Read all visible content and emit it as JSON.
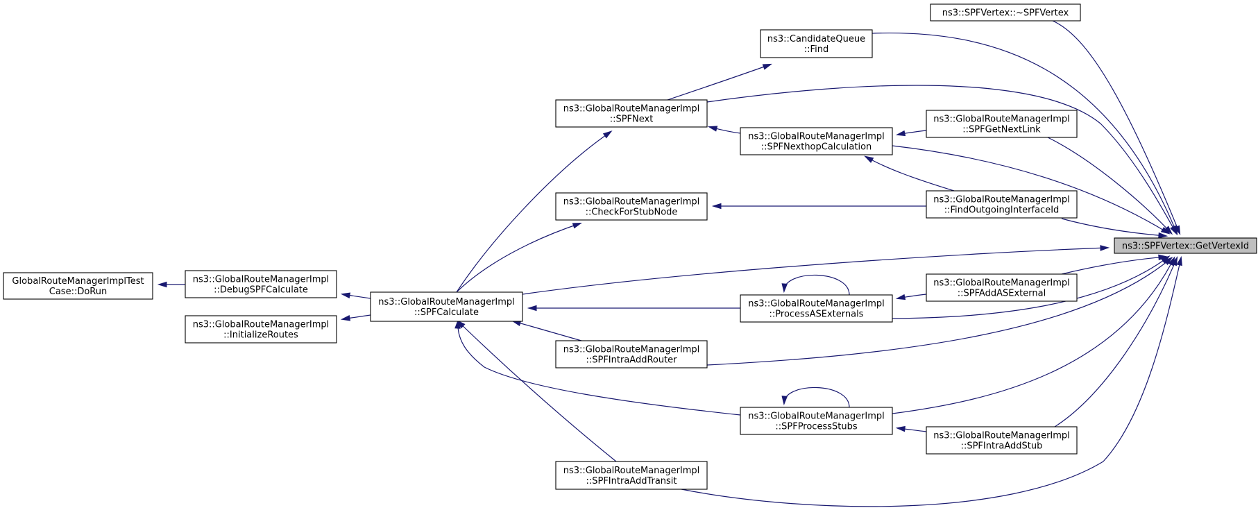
{
  "diagram": {
    "root_id": "getvertexid",
    "nodes": [
      {
        "id": "getvertexid",
        "name": "node-spfvertex-getvertexid",
        "lines": [
          "ns3::SPFVertex::GetVertexId"
        ],
        "root": true
      },
      {
        "id": "dtor",
        "name": "node-spfvertex-destructor",
        "lines": [
          "ns3::SPFVertex::~SPFVertex"
        ]
      },
      {
        "id": "cqfind",
        "name": "node-candidatequeue-find",
        "lines": [
          "ns3::CandidateQueue",
          "::Find"
        ]
      },
      {
        "id": "spfnext",
        "name": "node-spfnext",
        "lines": [
          "ns3::GlobalRouteManagerImpl",
          "::SPFNext"
        ]
      },
      {
        "id": "getnextlink",
        "name": "node-spfgetnextlink",
        "lines": [
          "ns3::GlobalRouteManagerImpl",
          "::SPFGetNextLink"
        ]
      },
      {
        "id": "nexthop",
        "name": "node-spfnexthopcalculation",
        "lines": [
          "ns3::GlobalRouteManagerImpl",
          "::SPFNexthopCalculation"
        ]
      },
      {
        "id": "stubnode",
        "name": "node-checkforstubnode",
        "lines": [
          "ns3::GlobalRouteManagerImpl",
          "::CheckForStubNode"
        ]
      },
      {
        "id": "outiface",
        "name": "node-findoutgoinginterfaceid",
        "lines": [
          "ns3::GlobalRouteManagerImpl",
          "::FindOutgoingInterfaceId"
        ]
      },
      {
        "id": "testrun",
        "name": "node-testcase-dorun",
        "lines": [
          "GlobalRouteManagerImplTest",
          "Case::DoRun"
        ]
      },
      {
        "id": "debugspf",
        "name": "node-debugspfcalculate",
        "lines": [
          "ns3::GlobalRouteManagerImpl",
          "::DebugSPFCalculate"
        ]
      },
      {
        "id": "spfcalc",
        "name": "node-spfcalculate",
        "lines": [
          "ns3::GlobalRouteManagerImpl",
          "::SPFCalculate"
        ]
      },
      {
        "id": "initroutes",
        "name": "node-initializeroutes",
        "lines": [
          "ns3::GlobalRouteManagerImpl",
          "::InitializeRoutes"
        ]
      },
      {
        "id": "asext",
        "name": "node-processasexternals",
        "lines": [
          "ns3::GlobalRouteManagerImpl",
          "::ProcessASExternals"
        ]
      },
      {
        "id": "addasext",
        "name": "node-spfaddasexternal",
        "lines": [
          "ns3::GlobalRouteManagerImpl",
          "::SPFAddASExternal"
        ]
      },
      {
        "id": "introuter",
        "name": "node-spfintraaddrouter",
        "lines": [
          "ns3::GlobalRouteManagerImpl",
          "::SPFIntraAddRouter"
        ]
      },
      {
        "id": "stubs",
        "name": "node-spfprocessstubs",
        "lines": [
          "ns3::GlobalRouteManagerImpl",
          "::SPFProcessStubs"
        ]
      },
      {
        "id": "intstub",
        "name": "node-spfintraaddstub",
        "lines": [
          "ns3::GlobalRouteManagerImpl",
          "::SPFIntraAddStub"
        ]
      },
      {
        "id": "inttransit",
        "name": "node-spfintraaddtransit",
        "lines": [
          "ns3::GlobalRouteManagerImpl",
          "::SPFIntraAddTransit"
        ]
      }
    ],
    "edges": [
      {
        "from": "dtor",
        "to": "getvertexid"
      },
      {
        "from": "cqfind",
        "to": "getvertexid"
      },
      {
        "from": "spfnext",
        "to": "getvertexid"
      },
      {
        "from": "getnextlink",
        "to": "getvertexid"
      },
      {
        "from": "nexthop",
        "to": "getvertexid"
      },
      {
        "from": "outiface",
        "to": "getvertexid"
      },
      {
        "from": "spfcalc",
        "to": "getvertexid"
      },
      {
        "from": "addasext",
        "to": "getvertexid"
      },
      {
        "from": "asext",
        "to": "getvertexid"
      },
      {
        "from": "introuter",
        "to": "getvertexid"
      },
      {
        "from": "stubs",
        "to": "getvertexid"
      },
      {
        "from": "intstub",
        "to": "getvertexid"
      },
      {
        "from": "inttransit",
        "to": "getvertexid"
      },
      {
        "from": "spfnext",
        "to": "cqfind"
      },
      {
        "from": "nexthop",
        "to": "spfnext"
      },
      {
        "from": "getnextlink",
        "to": "nexthop"
      },
      {
        "from": "outiface",
        "to": "nexthop"
      },
      {
        "from": "outiface",
        "to": "stubnode"
      },
      {
        "from": "spfcalc",
        "to": "spfnext"
      },
      {
        "from": "spfcalc",
        "to": "stubnode"
      },
      {
        "from": "spfcalc",
        "to": "debugspf"
      },
      {
        "from": "spfcalc",
        "to": "initroutes"
      },
      {
        "from": "debugspf",
        "to": "testrun"
      },
      {
        "from": "asext",
        "to": "spfcalc"
      },
      {
        "from": "asext",
        "to": "asext"
      },
      {
        "from": "addasext",
        "to": "asext"
      },
      {
        "from": "introuter",
        "to": "spfcalc"
      },
      {
        "from": "stubs",
        "to": "spfcalc"
      },
      {
        "from": "stubs",
        "to": "stubs"
      },
      {
        "from": "intstub",
        "to": "stubs"
      },
      {
        "from": "inttransit",
        "to": "spfcalc"
      }
    ]
  }
}
